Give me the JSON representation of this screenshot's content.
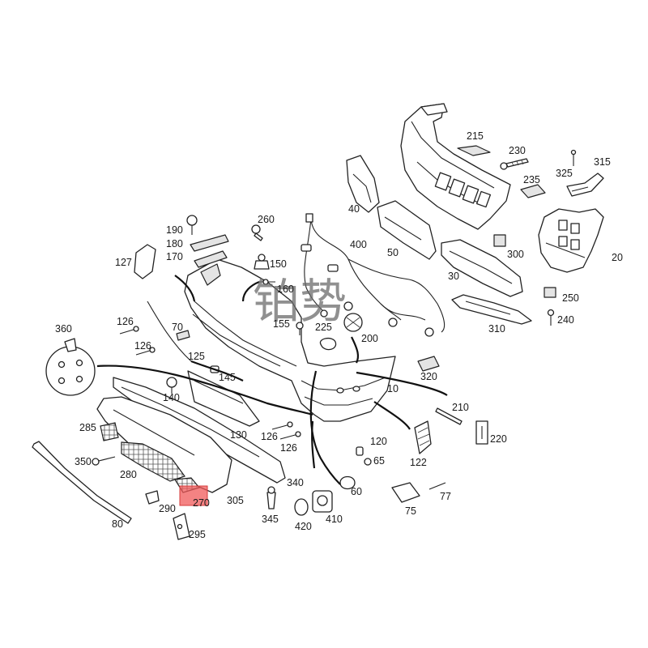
{
  "diagram": {
    "watermark": "铂势",
    "highlight_color": "#f05a5a",
    "callouts": {
      "c215": "215",
      "c230": "230",
      "c315": "315",
      "c325": "325",
      "c235": "235",
      "c40": "40",
      "c400": "400",
      "c50": "50",
      "c300": "300",
      "c20": "20",
      "c30": "30",
      "c260": "260",
      "c190": "190",
      "c180": "180",
      "c170": "170",
      "c127": "127",
      "c150": "150",
      "c160": "160",
      "c155": "155",
      "c225": "225",
      "c200": "200",
      "c250": "250",
      "c240": "240",
      "c310": "310",
      "c360": "360",
      "c126a": "126",
      "c126b": "126",
      "c70": "70",
      "c125": "125",
      "c145": "145",
      "c140": "140",
      "c320": "320",
      "c10": "10",
      "c210": "210",
      "c285": "285",
      "c130": "130",
      "c126c": "126",
      "c126d": "126",
      "c120": "120",
      "c220": "220",
      "c122": "122",
      "c350": "350",
      "c65": "65",
      "c280": "280",
      "c340": "340",
      "c60": "60",
      "c77": "77",
      "c290": "290",
      "c270": "270",
      "c305": "305",
      "c75": "75",
      "c345": "345",
      "c410": "410",
      "c420": "420",
      "c80": "80",
      "c295": "295"
    }
  }
}
